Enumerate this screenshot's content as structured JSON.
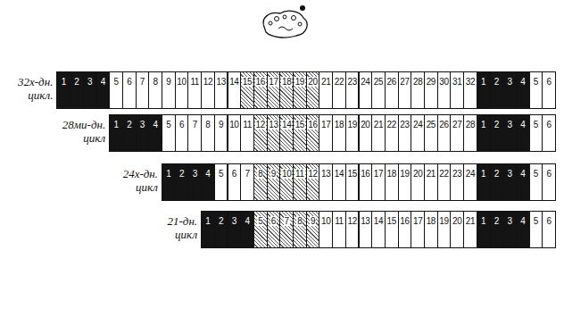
{
  "diagram": {
    "nodes": [
      {
        "text": [
          "1"
        ]
      },
      {
        "text": [
          "2"
        ]
      },
      {
        "text": [
          "3"
        ]
      },
      {
        "text": [
          "4"
        ]
      },
      {
        "text": [
          "5"
        ]
      },
      {
        "text": [
          "6"
        ]
      },
      {
        "text": [
          "7"
        ]
      },
      {
        "text": [
          "8"
        ]
      },
      {
        "text": [
          "9"
        ]
      },
      {
        "text": [
          "10"
        ]
      },
      {
        "text": [
          "11"
        ]
      },
      {
        "text": [
          "12"
        ]
      },
      {
        "text": [
          "13"
        ]
      },
      {
        "text": [
          "14"
        ]
      },
      {
        "text": [
          "15"
        ]
      },
      {
        "text": [
          "16"
        ]
      },
      {
        "text": [
          "17"
        ]
      },
      {
        "text": [
          "18"
        ]
      },
      {
        "text": [
          "19"
        ]
      },
      {
        "text": [
          "20"
        ]
      },
      {
        "text": [
          "21"
        ]
      },
      {
        "text": [
          "22"
        ]
      },
      {
        "text": [
          "23"
        ]
      },
      {
        "text": [
          "24"
        ]
      },
      {
        "text": [
          "25"
        ]
      },
      {
        "text": [
          "26"
        ]
      },
      {
        "text": [
          "27"
        ]
      },
      {
        "text": [
          "28"
        ]
      },
      {
        "text": [
          "29"
        ]
      },
      {
        "text": [
          "30"
        ]
      },
      {
        "text": [
          "31"
        ]
      },
      {
        "text": [
          "32"
        ]
      },
      {
        "text": [
          "1"
        ]
      },
      {
        "text": [
          "2"
        ]
      },
      {
        "text": [
          "3"
        ]
      },
      {
        "text": [
          "4"
        ]
      },
      {
        "text": [
          "5"
        ]
      },
      {
        "text": [
          "6"
        ]
      },
      {
        "text": [
          "1"
        ]
      },
      {
        "text": [
          "2"
        ]
      },
      {
        "text": [
          "3"
        ]
      },
      {
        "text": [
          "4"
        ]
      },
      {
        "text": [
          "5"
        ]
      },
      {
        "text": [
          "6"
        ]
      },
      {
        "text": [
          "7"
        ]
      },
      {
        "text": [
          "8"
        ]
      },
      {
        "text": [
          "9"
        ]
      },
      {
        "text": [
          "10"
        ]
      },
      {
        "text": [
          "11"
        ]
      },
      {
        "text": [
          "12"
        ]
      },
      {
        "text": [
          "13"
        ]
      },
      {
        "text": [
          "14"
        ]
      },
      {
        "text": [
          "15"
        ]
      },
      {
        "text": [
          "16"
        ]
      },
      {
        "text": [
          "17"
        ]
      },
      {
        "text": [
          "18"
        ]
      },
      {
        "text": [
          "19"
        ]
      },
      {
        "text": [
          "20"
        ]
      },
      {
        "text": [
          "21"
        ]
      },
      {
        "text": [
          "22"
        ]
      },
      {
        "text": [
          "23"
        ]
      },
      {
        "text": [
          "24"
        ]
      },
      {
        "text": [
          "25"
        ]
      },
      {
        "text": [
          "26"
        ]
      },
      {
        "text": [
          "27"
        ]
      },
      {
        "text": [
          "28"
        ]
      },
      {
        "text": [
          "1"
        ]
      },
      {
        "text": [
          "2"
        ]
      },
      {
        "text": [
          "3"
        ]
      },
      {
        "text": [
          "4"
        ]
      },
      {
        "text": [
          "5"
        ]
      },
      {
        "text": [
          "6"
        ]
      },
      {
        "text": [
          "1"
        ]
      },
      {
        "text": [
          "2"
        ]
      },
      {
        "text": [
          "3"
        ]
      },
      {
        "text": [
          "4"
        ]
      },
      {
        "text": [
          "5"
        ]
      },
      {
        "text": [
          "6"
        ]
      },
      {
        "text": [
          "7"
        ]
      },
      {
        "text": [
          "8"
        ]
      },
      {
        "text": [
          "9"
        ]
      },
      {
        "text": [
          "10"
        ]
      },
      {
        "text": [
          "11"
        ]
      },
      {
        "text": [
          "12"
        ]
      },
      {
        "text": [
          "13"
        ]
      },
      {
        "text": [
          "14"
        ]
      },
      {
        "text": [
          "15"
        ]
      },
      {
        "text": [
          "16"
        ]
      },
      {
        "text": [
          "17"
        ]
      },
      {
        "text": [
          "18"
        ]
      },
      {
        "text": [
          "19"
        ]
      },
      {
        "text": [
          "20"
        ]
      },
      {
        "text": [
          "21"
        ]
      },
      {
        "text": [
          "22"
        ]
      },
      {
        "text": [
          "23"
        ]
      },
      {
        "text": [
          "24"
        ]
      },
      {
        "text": [
          "1"
        ]
      },
      {
        "text": [
          "2"
        ]
      },
      {
        "text": [
          "3"
        ]
      },
      {
        "text": [
          "4"
        ]
      },
      {
        "text": [
          "5"
        ]
      },
      {
        "text": [
          "6"
        ]
      },
      {
        "text": [
          "1"
        ]
      },
      {
        "text": [
          "2"
        ]
      },
      {
        "text": [
          "3"
        ]
      },
      {
        "text": [
          "4"
        ]
      },
      {
        "text": [
          "5"
        ]
      },
      {
        "text": [
          "6"
        ]
      },
      {
        "text": [
          "7"
        ]
      },
      {
        "text": [
          "8"
        ]
      },
      {
        "text": [
          "9"
        ]
      },
      {
        "text": [
          "10"
        ]
      },
      {
        "text": [
          "11"
        ]
      },
      {
        "text": [
          "12"
        ]
      },
      {
        "text": [
          "13"
        ]
      },
      {
        "text": [
          "14"
        ]
      },
      {
        "text": [
          "15"
        ]
      },
      {
        "text": [
          "16"
        ]
      },
      {
        "text": [
          "17"
        ]
      },
      {
        "text": [
          "18"
        ]
      },
      {
        "text": [
          "19"
        ]
      },
      {
        "text": [
          "20"
        ]
      },
      {
        "text": [
          "21"
        ]
      },
      {
        "text": [
          "1"
        ]
      },
      {
        "text": [
          "2"
        ]
      },
      {
        "text": [
          "3"
        ]
      },
      {
        "text": [
          "4"
        ]
      },
      {
        "text": [
          "5"
        ]
      },
      {
        "text": [
          "6"
        ]
      }
    ],
    "labels": [
      "32х-дн. цикл.",
      "28ми-дн. цикл",
      "24х-дн. цикл",
      "21-дн. цикл"
    ]
  }
}
